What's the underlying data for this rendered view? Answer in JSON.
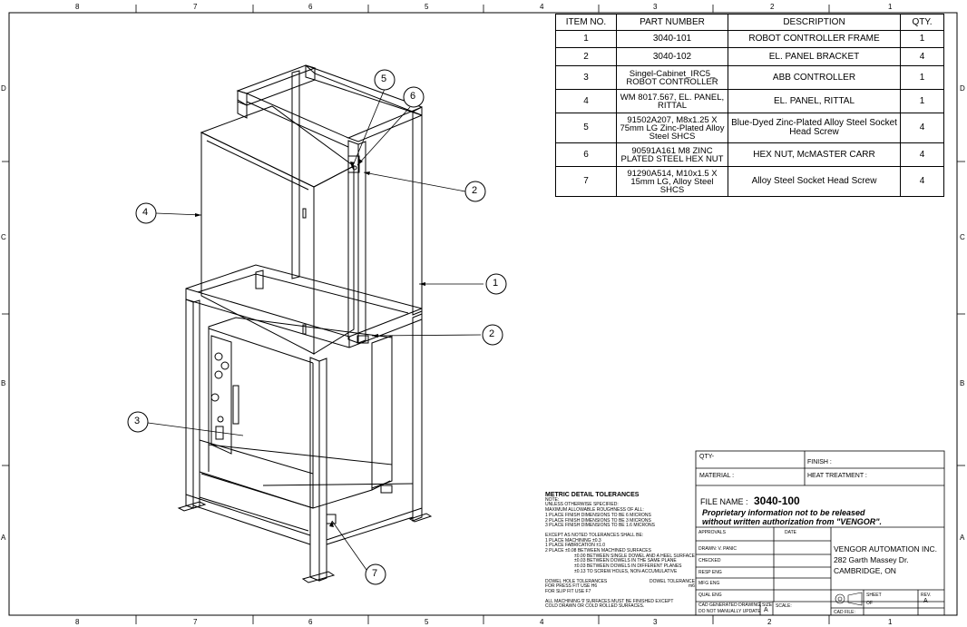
{
  "zones": {
    "top": [
      "8",
      "7",
      "6",
      "5",
      "4",
      "3",
      "2",
      "1"
    ],
    "bottom": [
      "8",
      "7",
      "6",
      "5",
      "4",
      "3",
      "2",
      "1"
    ],
    "left": [
      "D",
      "C",
      "B",
      "A"
    ],
    "right": [
      "D",
      "C",
      "B",
      "A"
    ]
  },
  "bom": {
    "headers": [
      "ITEM NO.",
      "PART NUMBER",
      "DESCRIPTION",
      "QTY."
    ],
    "rows": [
      {
        "item": "1",
        "part": "3040-101",
        "desc": "ROBOT CONTROLLER FRAME",
        "qty": "1"
      },
      {
        "item": "2",
        "part": "3040-102",
        "desc": "EL. PANEL BRACKET",
        "qty": "4"
      },
      {
        "item": "3",
        "part": "Singel-Cabinet_IRC5_ ROBOT CONTROLLER",
        "desc": "ABB CONTROLLER",
        "qty": "1"
      },
      {
        "item": "4",
        "part": "WM 8017.567, EL. PANEL, RITTAL",
        "desc": "EL. PANEL, RITTAL",
        "qty": "1"
      },
      {
        "item": "5",
        "part": "91502A207, M8x1.25 X 75mm LG Zinc-Plated Alloy Steel SHCS",
        "desc": "Blue-Dyed Zinc-Plated Alloy Steel Socket Head Screw",
        "qty": "4"
      },
      {
        "item": "6",
        "part": "90591A161 M8 ZINC PLATED STEEL HEX NUT",
        "desc": "HEX NUT, McMASTER CARR",
        "qty": "4"
      },
      {
        "item": "7",
        "part": "91290A514, M10x1.5 X 15mm LG, Alloy Steel SHCS",
        "desc": "Alloy Steel Socket Head Screw",
        "qty": "4"
      }
    ]
  },
  "balloons": [
    "5",
    "6",
    "2",
    "4",
    "1",
    "2",
    "3",
    "7"
  ],
  "notes": {
    "heading": "METRIC DETAIL TOLERANCES",
    "lines": [
      "NOTE:",
      "UNLESS OTHERWISE SPECIFIED:",
      "MAXIMUM ALLOWABLE ROUGHNESS OF ALL:",
      "1 PLACE FINISH DIMENSIONS TO BE 6 MICRONS",
      "2 PLACE FINISH DIMENSIONS TO BE 3 MICRONS",
      "3 PLACE FINISH DIMENSIONS TO BE 1.6 MICRONS",
      "",
      "EXCEPT AS NOTED TOLERANCES SHALL BE:",
      "1 PLACE MACHINING ±0.3",
      "1 PLACE FABRICATION ±1.0",
      "2 PLACE      ±0.08 BETWEEN MACHINED SURFACES",
      "         ±0.00 BETWEEN SINGLE DOWEL AND A HEEL SURFACE",
      "         ±0.03 BETWEEN DOWELS IN THE SAME PLANE",
      "         ±0.03 BETWEEN DOWELS IN DIFFERENT PLANES",
      "         ±0.13 TO SCREW HOLES, NON-ACCUMULATIVE"
    ],
    "dowel_left": [
      "DOWEL HOLE TOLERANCES",
      "FOR PRESS FIT USE H6",
      "FOR SLIP FIT USE F7"
    ],
    "dowel_right": [
      "DOWEL TOLERANCE",
      "m6"
    ],
    "finish": [
      "ALL MACHINING ∇ SURFACES MUST BE FINISHED EXCEPT",
      "COLD DRAWN OR COLD ROLLED SURFACES."
    ]
  },
  "title_block": {
    "qty": "QTY-",
    "finish": "FINISH :",
    "material": "MATERIAL :",
    "heat": "HEAT TREATMENT :",
    "file_label": "FILE NAME :",
    "file_name": "3040-100",
    "proprietary1": "Proprietary information not to be released",
    "proprietary2": "without written authorization from \"VENGOR\".",
    "approvals": "APPROVALS",
    "date": "DATE",
    "drawn": "DRAWN: V. PANIC",
    "checked": "CHECKED",
    "resp_eng": "RESP ENG",
    "mfg_eng": "MFG ENG",
    "qual_eng": "QUAL ENG",
    "cad1": "CAD GENERATED DRAWING,",
    "cad2": "DO NOT MANUALLY UPDATE",
    "size_label": "SIZE",
    "size": "A",
    "scale": "SCALE:",
    "company1": "VENGOR AUTOMATION INC.",
    "company2": "282 Garth Massey Dr.",
    "company3": "CAMBRIDGE, ON",
    "sheet": "SHEET",
    "of": "OF",
    "rev_label": "REV.",
    "rev": "A",
    "cad_file": "CAD FILE:"
  }
}
